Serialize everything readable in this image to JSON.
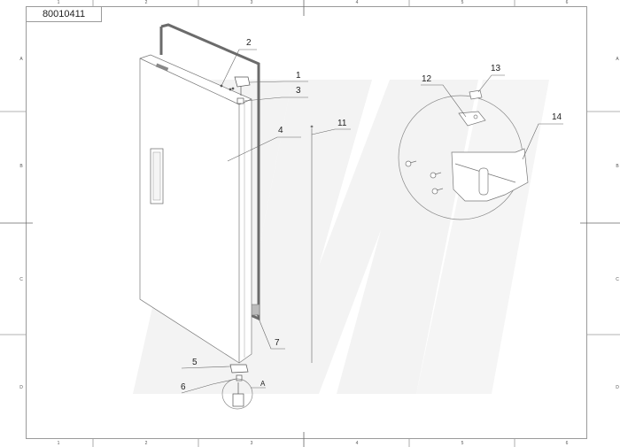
{
  "drawing": {
    "part_number": "80010411",
    "type": "exploded-assembly-drawing",
    "subject": "refrigerator door assembly"
  },
  "grid": {
    "columns": [
      "1",
      "2",
      "3",
      "4",
      "5",
      "6"
    ],
    "rows": [
      "A",
      "B",
      "C",
      "D"
    ]
  },
  "callouts": [
    {
      "id": "1",
      "label": "1"
    },
    {
      "id": "2",
      "label": "2"
    },
    {
      "id": "3",
      "label": "3"
    },
    {
      "id": "4",
      "label": "4"
    },
    {
      "id": "5",
      "label": "5"
    },
    {
      "id": "6",
      "label": "6"
    },
    {
      "id": "7",
      "label": "7"
    },
    {
      "id": "11",
      "label": "11"
    },
    {
      "id": "12",
      "label": "12"
    },
    {
      "id": "13",
      "label": "13"
    },
    {
      "id": "14",
      "label": "14"
    }
  ],
  "detail": {
    "label": "A"
  },
  "colors": {
    "line": "#555555",
    "frame": "#9a9a9a",
    "watermark": "#f2f2f2",
    "gasket": "#6b6b6b"
  }
}
